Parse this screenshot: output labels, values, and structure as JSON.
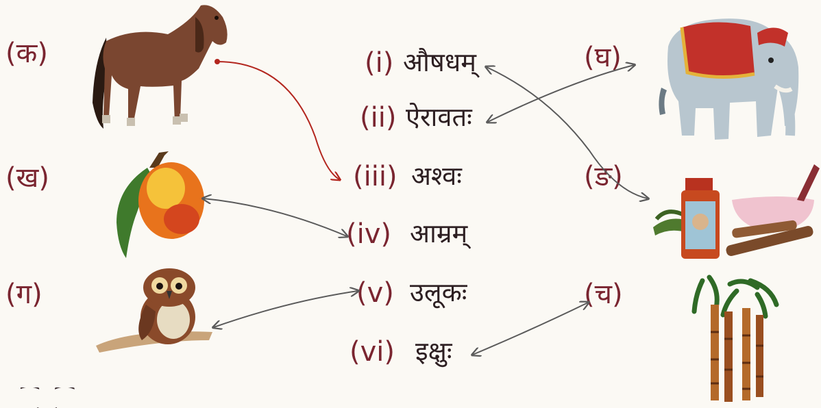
{
  "left_labels": [
    "(क)",
    "(ख)",
    "(ग)"
  ],
  "right_labels": [
    "(घ)",
    "(ङ)",
    "(च)"
  ],
  "numerals": [
    "(i)",
    "(ii)",
    "(iii)",
    "(iv)",
    "(v)",
    "(vi)"
  ],
  "words": [
    "औषधम्",
    "ऐरावतः",
    "अश्वः",
    "आम्रम्",
    "उलूकः",
    "इक्षुः"
  ],
  "pictures": {
    "left": [
      "horse",
      "mango",
      "owl"
    ],
    "right": [
      "elephant",
      "medicine",
      "sugarcane"
    ]
  },
  "matches": [
    {
      "picture": "(क)",
      "word": "(iii)"
    },
    {
      "picture": "(ख)",
      "word": "(iv)"
    },
    {
      "picture": "(ग)",
      "word": "(v)"
    },
    {
      "picture": "(घ)",
      "word": "(ii)"
    },
    {
      "picture": "(ङ)",
      "word": "(i)"
    },
    {
      "picture": "(च)",
      "word": "(vi)"
    }
  ],
  "colors": {
    "label": "#7a2530",
    "text": "#2d1f22",
    "pencil": "#5a5a5a",
    "red_ink": "#b3261e"
  }
}
